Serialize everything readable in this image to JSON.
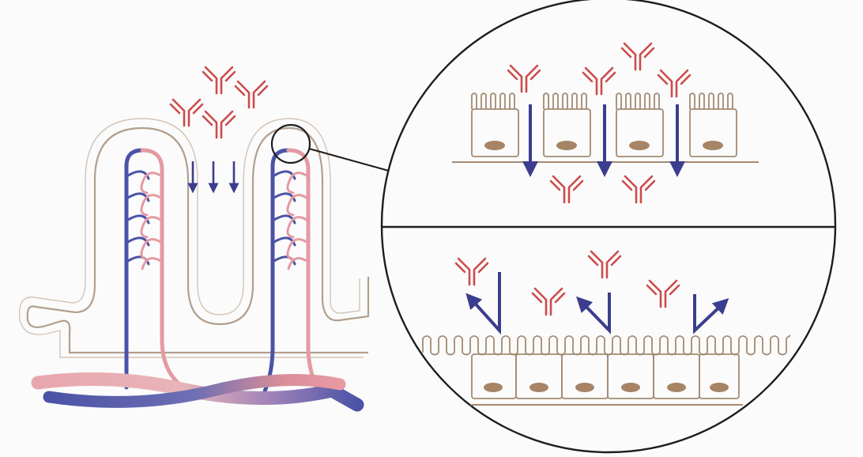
{
  "colors": {
    "background": "#fbfbfb",
    "antibody": "#cc4b4b",
    "arrow": "#3b3d8e",
    "vein": "#4b53a6",
    "artery": "#e49aa2",
    "villus_outline": "#b39f8d",
    "cell_outline": "#a48a73",
    "nucleus": "#a68465",
    "line": "#1d1d1d"
  },
  "icons": {
    "antibody": "y-shaped-antibody-icon",
    "transport_arrow": "down-arrow-icon",
    "blocked_arrow": "bounce-arrow-icon"
  },
  "scene": {
    "left_panel": "intestinal-villi",
    "magnifier": "magnified-epithelium",
    "top_half": "antibodies-pass-through-epithelium",
    "bottom_half": "antibodies-blocked-by-epithelium"
  }
}
